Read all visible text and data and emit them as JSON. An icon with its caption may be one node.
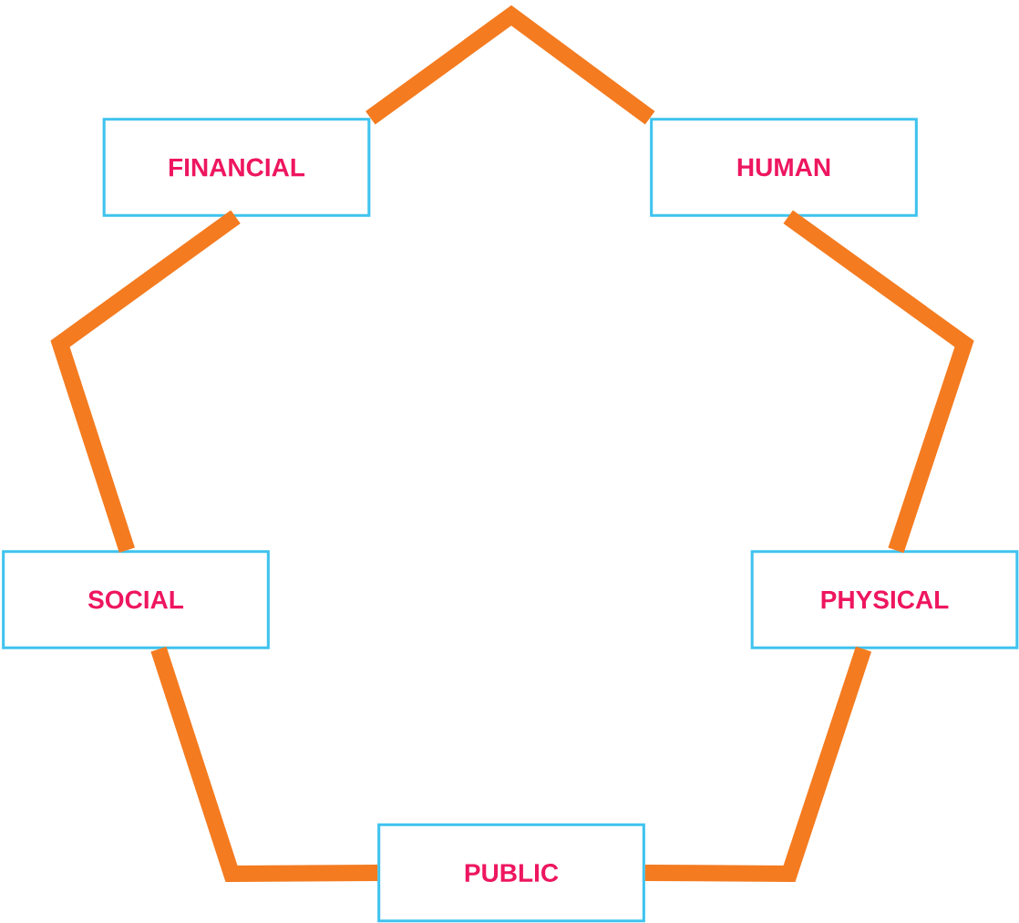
{
  "diagram": {
    "nodes": [
      {
        "text": [
          "FINANCIAL"
        ]
      },
      {
        "text": [
          "HUMAN"
        ]
      },
      {
        "text": [
          "SOCIAL"
        ]
      },
      {
        "text": [
          "PHYSICAL"
        ]
      },
      {
        "text": [
          "PUBLIC"
        ]
      }
    ],
    "edges": [
      {
        "from": 0,
        "to": 1,
        "arrow": "none"
      },
      {
        "from": 1,
        "to": 3,
        "arrow": "none"
      },
      {
        "from": 3,
        "to": 4,
        "arrow": "none"
      },
      {
        "from": 4,
        "to": 2,
        "arrow": "none"
      },
      {
        "from": 2,
        "to": 0,
        "arrow": "none"
      }
    ]
  }
}
